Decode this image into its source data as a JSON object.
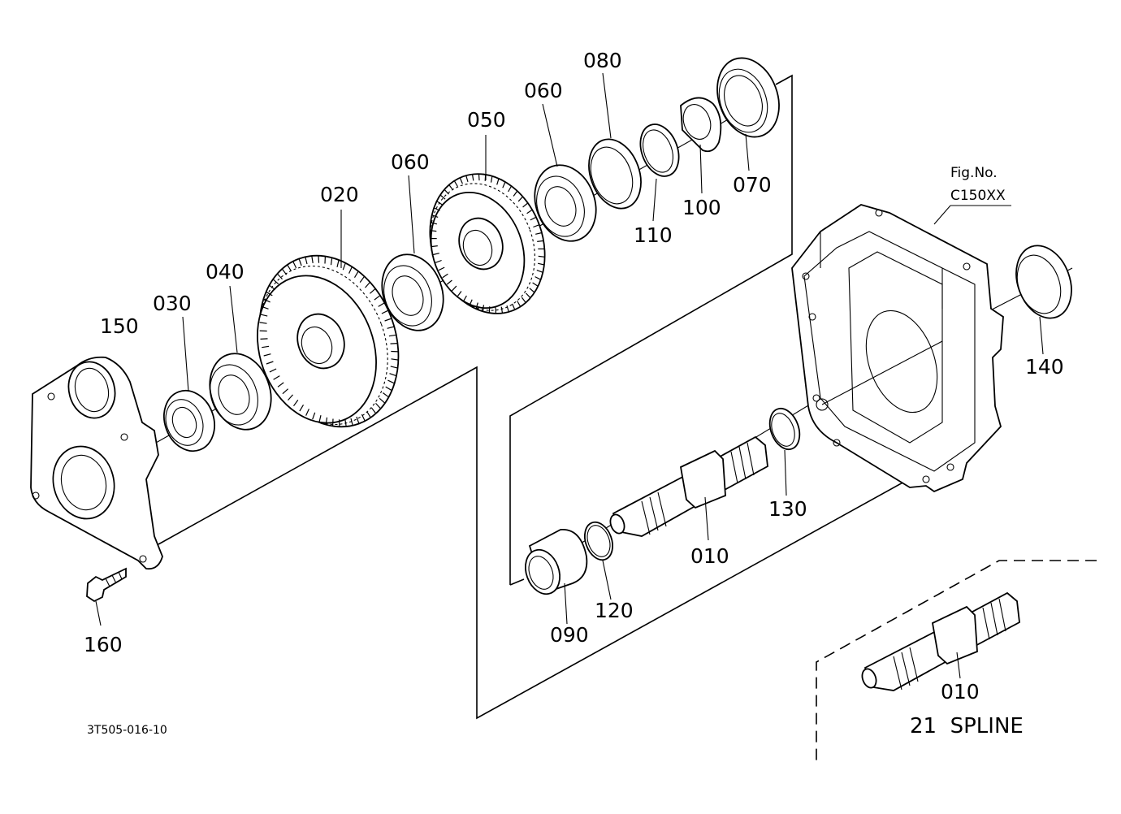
{
  "figure": {
    "fig_no_label": "Fig.No.",
    "fig_no_value": "C150XX",
    "spline_note": "21  SPLINE",
    "drawing_code": "3T505-016-10"
  },
  "parts": {
    "p010_main": "010",
    "p010_alt": "010",
    "p020": "020",
    "p030": "030",
    "p040": "040",
    "p050": "050",
    "p060_a": "060",
    "p060_b": "060",
    "p070": "070",
    "p080": "080",
    "p090": "090",
    "p100": "100",
    "p110": "110",
    "p120": "120",
    "p130": "130",
    "p140": "140",
    "p150": "150",
    "p160": "160"
  }
}
